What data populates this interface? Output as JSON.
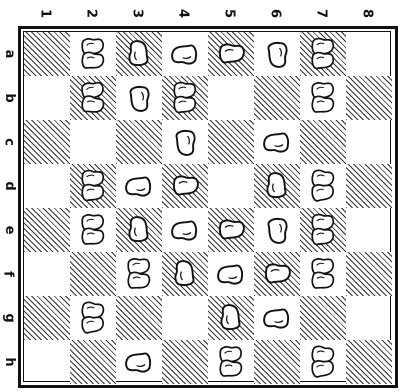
{
  "board": {
    "columns": [
      "1",
      "2",
      "3",
      "4",
      "5",
      "6",
      "7",
      "8"
    ],
    "rows": [
      "a",
      "b",
      "c",
      "d",
      "e",
      "f",
      "g",
      "h"
    ],
    "hatched_pattern": "checkerboard",
    "pieces": [
      {
        "row": "a",
        "col": "2",
        "kind": "double-footprint-icon"
      },
      {
        "row": "a",
        "col": "3",
        "kind": "single-footprint-icon"
      },
      {
        "row": "a",
        "col": "4",
        "kind": "single-footprint-icon"
      },
      {
        "row": "a",
        "col": "5",
        "kind": "single-footprint-icon"
      },
      {
        "row": "a",
        "col": "6",
        "kind": "single-footprint-icon"
      },
      {
        "row": "a",
        "col": "7",
        "kind": "double-footprint-icon"
      },
      {
        "row": "b",
        "col": "2",
        "kind": "double-footprint-icon"
      },
      {
        "row": "b",
        "col": "3",
        "kind": "single-footprint-icon"
      },
      {
        "row": "b",
        "col": "4",
        "kind": "double-footprint-icon"
      },
      {
        "row": "b",
        "col": "7",
        "kind": "double-footprint-icon"
      },
      {
        "row": "c",
        "col": "4",
        "kind": "single-footprint-icon"
      },
      {
        "row": "c",
        "col": "6",
        "kind": "single-footprint-icon"
      },
      {
        "row": "d",
        "col": "2",
        "kind": "double-footprint-icon"
      },
      {
        "row": "d",
        "col": "3",
        "kind": "single-footprint-icon"
      },
      {
        "row": "d",
        "col": "4",
        "kind": "single-footprint-icon"
      },
      {
        "row": "d",
        "col": "6",
        "kind": "single-footprint-icon"
      },
      {
        "row": "d",
        "col": "7",
        "kind": "double-footprint-icon"
      },
      {
        "row": "e",
        "col": "2",
        "kind": "double-footprint-icon"
      },
      {
        "row": "e",
        "col": "3",
        "kind": "single-footprint-icon"
      },
      {
        "row": "e",
        "col": "4",
        "kind": "single-footprint-icon"
      },
      {
        "row": "e",
        "col": "5",
        "kind": "single-footprint-icon"
      },
      {
        "row": "e",
        "col": "6",
        "kind": "single-footprint-icon"
      },
      {
        "row": "e",
        "col": "7",
        "kind": "double-footprint-icon"
      },
      {
        "row": "f",
        "col": "3",
        "kind": "double-footprint-icon"
      },
      {
        "row": "f",
        "col": "4",
        "kind": "single-footprint-icon"
      },
      {
        "row": "f",
        "col": "5",
        "kind": "single-footprint-icon"
      },
      {
        "row": "f",
        "col": "6",
        "kind": "single-footprint-icon"
      },
      {
        "row": "f",
        "col": "7",
        "kind": "double-footprint-icon"
      },
      {
        "row": "g",
        "col": "2",
        "kind": "double-footprint-icon"
      },
      {
        "row": "g",
        "col": "5",
        "kind": "single-footprint-icon"
      },
      {
        "row": "g",
        "col": "6",
        "kind": "single-footprint-icon"
      },
      {
        "row": "h",
        "col": "3",
        "kind": "single-footprint-icon"
      },
      {
        "row": "h",
        "col": "5",
        "kind": "double-footprint-icon"
      },
      {
        "row": "h",
        "col": "7",
        "kind": "double-footprint-icon"
      }
    ]
  }
}
